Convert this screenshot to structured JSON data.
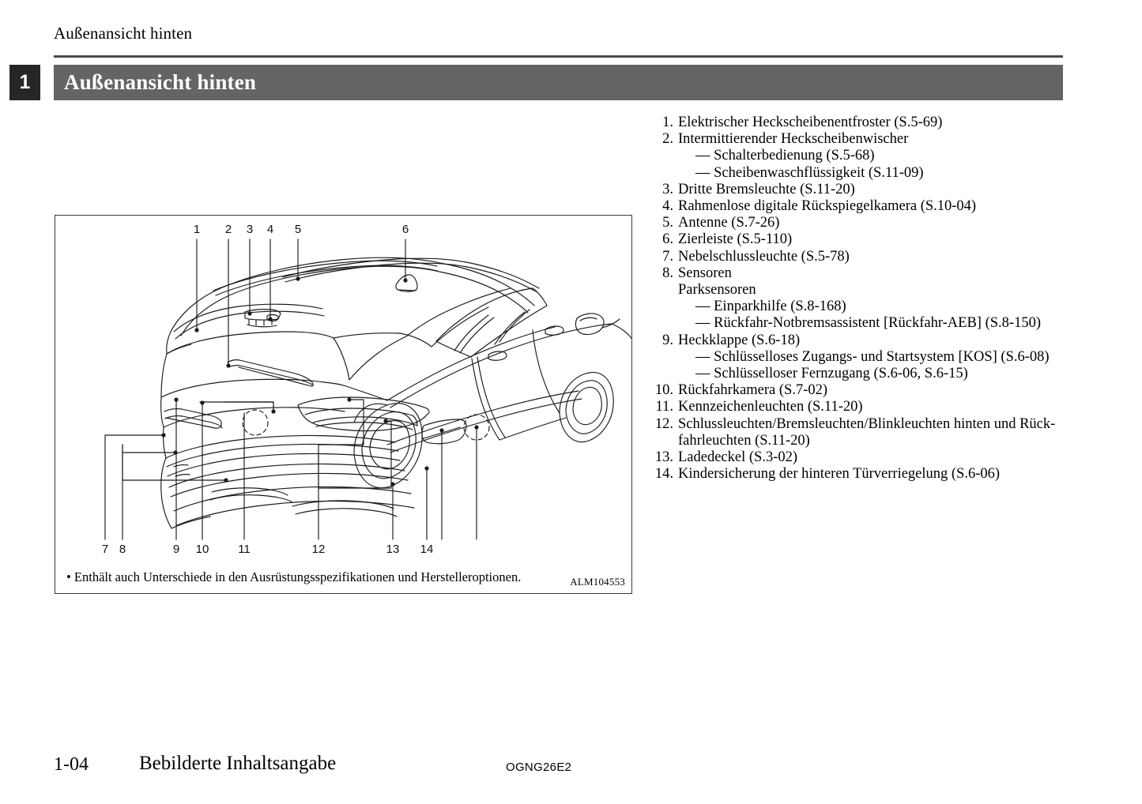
{
  "page": {
    "running_head": "Außenansicht hinten",
    "chapter_number": "1",
    "section_title": "Außenansicht hinten",
    "banner_color": "#646464",
    "tab_color": "#262626"
  },
  "figure": {
    "footnote": "• Enthält auch Unterschiede in den Ausrüstungsspezifikationen und Herstelleroptionen.",
    "image_code": "ALM104553",
    "callouts_top": [
      "1",
      "2",
      "3",
      "4",
      "5",
      "6"
    ],
    "callouts_bottom": [
      "7",
      "8",
      "9",
      "10",
      "11",
      "12",
      "13",
      "14"
    ],
    "illustration_name": "rear-three-quarter-view-of-suv-line-drawing"
  },
  "legend": {
    "items": [
      {
        "num": "1.",
        "text": "Elektrischer Heckscheibenentfroster (S.5-69)",
        "style": "num"
      },
      {
        "num": "2.",
        "text": "Intermittierender Heckscheibenwischer",
        "style": "num"
      },
      {
        "num": "",
        "text": "— Schalterbedienung (S.5-68)",
        "style": "sub"
      },
      {
        "num": "",
        "text": "— Scheibenwaschflüssigkeit (S.11-09)",
        "style": "sub"
      },
      {
        "num": "3.",
        "text": "Dritte Bremsleuchte (S.11-20)",
        "style": "num"
      },
      {
        "num": "4.",
        "text": "Rahmenlose digitale Rückspiegelkamera (S.10-04)",
        "style": "num"
      },
      {
        "num": "5.",
        "text": "Antenne (S.7-26)",
        "style": "num"
      },
      {
        "num": "6.",
        "text": "Zierleiste (S.5-110)",
        "style": "num"
      },
      {
        "num": "7.",
        "text": "Nebelschlussleuchte (S.5-78)",
        "style": "num"
      },
      {
        "num": "8.",
        "text": "Sensoren",
        "style": "num"
      },
      {
        "num": "",
        "text": "Parksensoren",
        "style": "plain"
      },
      {
        "num": "",
        "text": "— Einparkhilfe (S.8-168)",
        "style": "sub"
      },
      {
        "num": "",
        "text": "— Rückfahr-Notbremsassistent [Rückfahr-AEB] (S.8-150)",
        "style": "sub"
      },
      {
        "num": "9.",
        "text": "Heckklappe (S.6-18)",
        "style": "num"
      },
      {
        "num": "",
        "text": "— Schlüsselloses Zugangs- und Startsystem [KOS] (S.6-08)",
        "style": "sub"
      },
      {
        "num": "",
        "text": "— Schlüsselloser Fernzugang (S.6-06, S.6-15)",
        "style": "sub"
      },
      {
        "num": "10.",
        "text": "Rückfahrkamera (S.7-02)",
        "style": "num"
      },
      {
        "num": "11.",
        "text": "Kennzeichenleuchten (S.11-20)",
        "style": "num"
      },
      {
        "num": "12.",
        "text": "Schlussleuchten/Bremsleuchten/Blinkleuchten hinten und Rück-",
        "style": "num"
      },
      {
        "num": "",
        "text": "fahrleuchten (S.11-20)",
        "style": "cont"
      },
      {
        "num": "13.",
        "text": "Ladedeckel (S.3-02)",
        "style": "num"
      },
      {
        "num": "14.",
        "text": "Kindersicherung der hinteren Türverriegelung (S.6-06)",
        "style": "num"
      }
    ]
  },
  "footer": {
    "page_number": "1-04",
    "title": "Bebilderte Inhaltsangabe",
    "document_code": "OGNG26E2"
  }
}
